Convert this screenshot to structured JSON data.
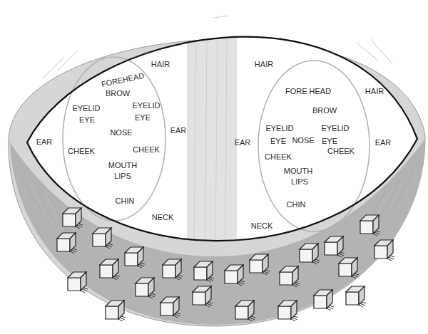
{
  "diagram": {
    "labels": [
      "HAIR",
      "FOREHEAD",
      "BROW",
      "EYELID",
      "EYELID",
      "EYE",
      "EYE",
      "NOSE",
      "EAR",
      "CHEEK",
      "CHEEK",
      "EAR",
      "MOUTH",
      "LIPS",
      "CHIN",
      "NECK",
      "HAIR",
      "FORE HEAD",
      "HAIR",
      "BROW",
      "EYELID",
      "EYELID",
      "EYE",
      "NOSE",
      "EYE",
      "EAR",
      "CHEEK",
      "CHEEK",
      "EAR",
      "MOUTH",
      "LIPS",
      "CHIN",
      "NECK"
    ]
  }
}
